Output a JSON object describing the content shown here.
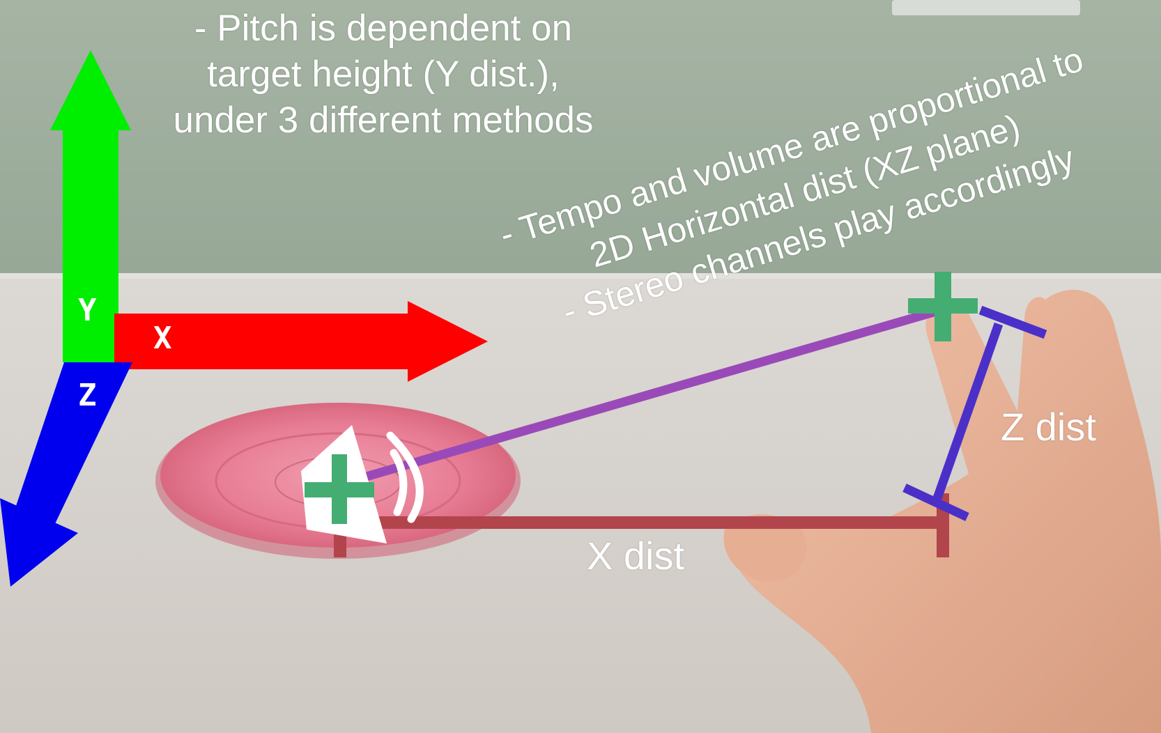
{
  "captions": {
    "pitch_lines": [
      "- Pitch is dependent on",
      "target height (Y dist.),",
      "under 3 different methods"
    ],
    "tempo_lines": [
      "- Tempo and volume are proportional to",
      "2D Horizontal dist (XZ plane)",
      "- Stereo channels play accordingly"
    ]
  },
  "axes": {
    "x": {
      "label": "X",
      "color": "#ff0000"
    },
    "y": {
      "label": "Y",
      "color": "#00ee00"
    },
    "z": {
      "label": "Z",
      "color": "#0000ee"
    }
  },
  "distances": {
    "x_label": "X dist",
    "z_label": "Z dist",
    "x_color": "#b2444c",
    "z_color": "#4a30c8",
    "line_color": "#9a4ab8"
  },
  "markers": {
    "source": {
      "icon": "speaker-icon",
      "color": "#44ad72"
    },
    "target": {
      "icon": "target-cross-icon",
      "color": "#44ad72"
    }
  }
}
